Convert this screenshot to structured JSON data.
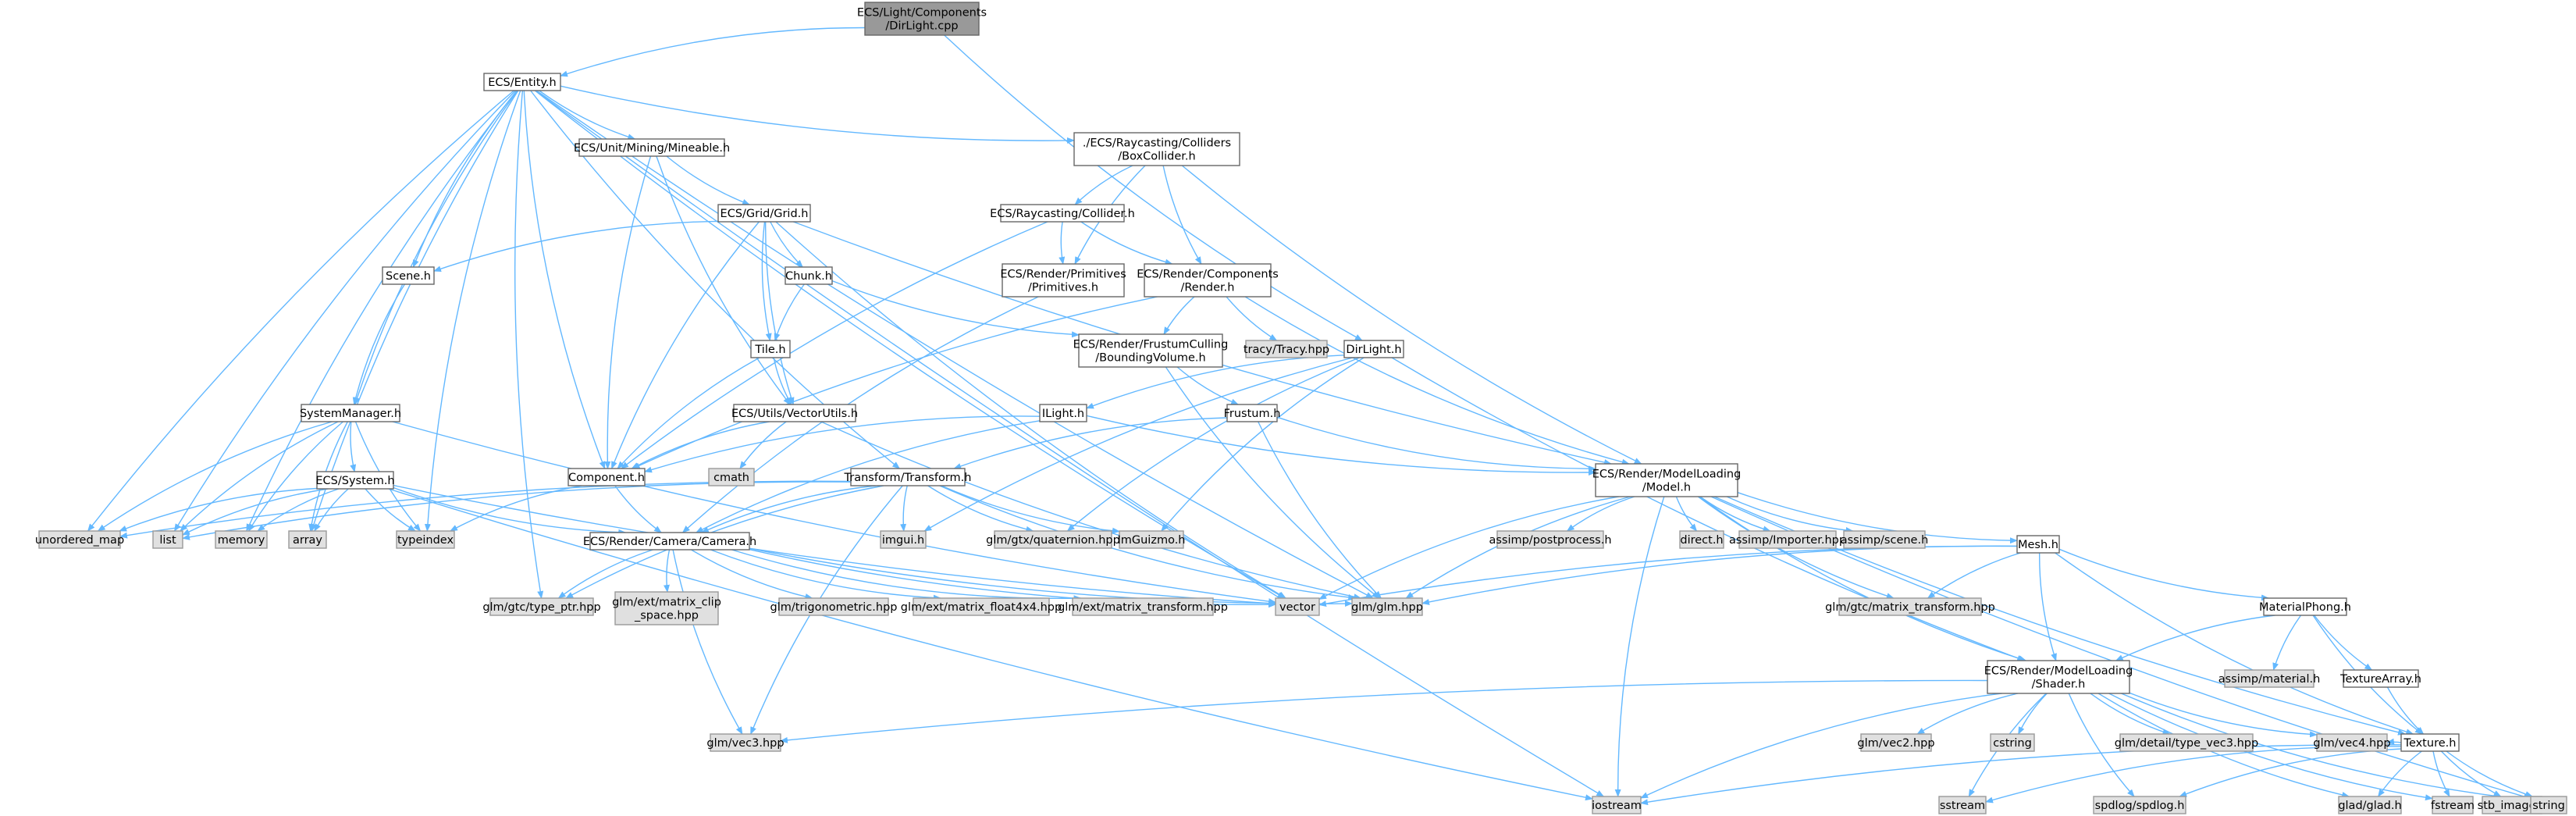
{
  "diagram": {
    "type": "include-dependency-graph",
    "colors": {
      "edge": "#63b8ff",
      "root_fill": "#999999",
      "root_border": "#666666",
      "local_fill": "#ffffff",
      "local_border": "#666666",
      "external_fill": "#e0e0e0",
      "external_border": "#999999"
    },
    "nodes": [
      {
        "id": "dirlight_cpp",
        "lines": [
          "ECS/Light/Components",
          "/DirLight.cpp"
        ],
        "kind": "root"
      },
      {
        "id": "entity_h",
        "lines": [
          "ECS/Entity.h"
        ],
        "kind": "local"
      },
      {
        "id": "mineable_h",
        "lines": [
          "ECS/Unit/Mining/Mineable.h"
        ],
        "kind": "local"
      },
      {
        "id": "boxcollider_h",
        "lines": [
          "./ECS/Raycasting/Colliders",
          "/BoxCollider.h"
        ],
        "kind": "local"
      },
      {
        "id": "grid_h",
        "lines": [
          "ECS/Grid/Grid.h"
        ],
        "kind": "local"
      },
      {
        "id": "collider_h",
        "lines": [
          "ECS/Raycasting/Collider.h"
        ],
        "kind": "local"
      },
      {
        "id": "scene_h",
        "lines": [
          "Scene.h"
        ],
        "kind": "local"
      },
      {
        "id": "chunk_h",
        "lines": [
          "Chunk.h"
        ],
        "kind": "local"
      },
      {
        "id": "primitives_h",
        "lines": [
          "ECS/Render/Primitives",
          "/Primitives.h"
        ],
        "kind": "local"
      },
      {
        "id": "render_h",
        "lines": [
          "ECS/Render/Components",
          "/Render.h"
        ],
        "kind": "local"
      },
      {
        "id": "tracy_hpp",
        "lines": [
          "tracy/Tracy.hpp"
        ],
        "kind": "external"
      },
      {
        "id": "tile_h",
        "lines": [
          "Tile.h"
        ],
        "kind": "local"
      },
      {
        "id": "boundingvolume_h",
        "lines": [
          "ECS/Render/FrustumCulling",
          "/BoundingVolume.h"
        ],
        "kind": "local"
      },
      {
        "id": "dirlight_h",
        "lines": [
          "DirLight.h"
        ],
        "kind": "local"
      },
      {
        "id": "systemmanager_h",
        "lines": [
          "SystemManager.h"
        ],
        "kind": "local"
      },
      {
        "id": "vectorutils_h",
        "lines": [
          "ECS/Utils/VectorUtils.h"
        ],
        "kind": "local"
      },
      {
        "id": "ilight_h",
        "lines": [
          "ILight.h"
        ],
        "kind": "local"
      },
      {
        "id": "frustum_h",
        "lines": [
          "Frustum.h"
        ],
        "kind": "local"
      },
      {
        "id": "cmath",
        "lines": [
          "cmath"
        ],
        "kind": "external"
      },
      {
        "id": "component_h",
        "lines": [
          "Component.h"
        ],
        "kind": "local"
      },
      {
        "id": "transform_h",
        "lines": [
          "Transform/Transform.h"
        ],
        "kind": "local"
      },
      {
        "id": "model_h",
        "lines": [
          "ECS/Render/ModelLoading",
          "/Model.h"
        ],
        "kind": "local"
      },
      {
        "id": "system_h",
        "lines": [
          "ECS/System.h"
        ],
        "kind": "local"
      },
      {
        "id": "unordered_map",
        "lines": [
          "unordered_map"
        ],
        "kind": "external"
      },
      {
        "id": "list",
        "lines": [
          "list"
        ],
        "kind": "external"
      },
      {
        "id": "memory",
        "lines": [
          "memory"
        ],
        "kind": "external"
      },
      {
        "id": "array",
        "lines": [
          "array"
        ],
        "kind": "external"
      },
      {
        "id": "typeindex",
        "lines": [
          "typeindex"
        ],
        "kind": "external"
      },
      {
        "id": "camera_h",
        "lines": [
          "ECS/Render/Camera/Camera.h"
        ],
        "kind": "local"
      },
      {
        "id": "imgui_h",
        "lines": [
          "imgui.h"
        ],
        "kind": "external"
      },
      {
        "id": "quaternion_hpp",
        "lines": [
          "glm/gtx/quaternion.hpp"
        ],
        "kind": "external"
      },
      {
        "id": "imguizmo_h",
        "lines": [
          "ImGuizmo.h"
        ],
        "kind": "external"
      },
      {
        "id": "postprocess_h",
        "lines": [
          "assimp/postprocess.h"
        ],
        "kind": "external"
      },
      {
        "id": "direct_h",
        "lines": [
          "direct.h"
        ],
        "kind": "external"
      },
      {
        "id": "importer_hpp",
        "lines": [
          "assimp/Importer.hpp"
        ],
        "kind": "external"
      },
      {
        "id": "scene_assimp_h",
        "lines": [
          "assimp/scene.h"
        ],
        "kind": "external"
      },
      {
        "id": "mesh_h",
        "lines": [
          "Mesh.h"
        ],
        "kind": "local"
      },
      {
        "id": "type_ptr_hpp",
        "lines": [
          "glm/gtc/type_ptr.hpp"
        ],
        "kind": "external"
      },
      {
        "id": "matrix_clip_space_hpp",
        "lines": [
          "glm/ext/matrix_clip",
          "_space.hpp"
        ],
        "kind": "external"
      },
      {
        "id": "trigonometric_hpp",
        "lines": [
          "glm/trigonometric.hpp"
        ],
        "kind": "external"
      },
      {
        "id": "matrix_float4x4_hpp",
        "lines": [
          "glm/ext/matrix_float4x4.hpp"
        ],
        "kind": "external"
      },
      {
        "id": "ext_matrix_transform_hpp",
        "lines": [
          "glm/ext/matrix_transform.hpp"
        ],
        "kind": "external"
      },
      {
        "id": "vector",
        "lines": [
          "vector"
        ],
        "kind": "external"
      },
      {
        "id": "glm_hpp",
        "lines": [
          "glm/glm.hpp"
        ],
        "kind": "external"
      },
      {
        "id": "gtc_matrix_transform_hpp",
        "lines": [
          "glm/gtc/matrix_transform.hpp"
        ],
        "kind": "external"
      },
      {
        "id": "materialphong_h",
        "lines": [
          "MaterialPhong.h"
        ],
        "kind": "local"
      },
      {
        "id": "assimp_material_h",
        "lines": [
          "assimp/material.h"
        ],
        "kind": "external"
      },
      {
        "id": "texturearray_h",
        "lines": [
          "TextureArray.h"
        ],
        "kind": "local"
      },
      {
        "id": "shader_h",
        "lines": [
          "ECS/Render/ModelLoading",
          "/Shader.h"
        ],
        "kind": "local"
      },
      {
        "id": "vec3_hpp",
        "lines": [
          "glm/vec3.hpp"
        ],
        "kind": "external"
      },
      {
        "id": "vec2_hpp",
        "lines": [
          "glm/vec2.hpp"
        ],
        "kind": "external"
      },
      {
        "id": "cstring",
        "lines": [
          "cstring"
        ],
        "kind": "external"
      },
      {
        "id": "type_vec3_hpp",
        "lines": [
          "glm/detail/type_vec3.hpp"
        ],
        "kind": "external"
      },
      {
        "id": "vec4_hpp",
        "lines": [
          "glm/vec4.hpp"
        ],
        "kind": "external"
      },
      {
        "id": "texture_h",
        "lines": [
          "Texture.h"
        ],
        "kind": "local"
      },
      {
        "id": "iostream",
        "lines": [
          "iostream"
        ],
        "kind": "external"
      },
      {
        "id": "sstream",
        "lines": [
          "sstream"
        ],
        "kind": "external"
      },
      {
        "id": "spdlog_h",
        "lines": [
          "spdlog/spdlog.h"
        ],
        "kind": "external"
      },
      {
        "id": "glad_h",
        "lines": [
          "glad/glad.h"
        ],
        "kind": "external"
      },
      {
        "id": "fstream",
        "lines": [
          "fstream"
        ],
        "kind": "external"
      },
      {
        "id": "stb_image_h",
        "lines": [
          "stb_image.h"
        ],
        "kind": "external"
      },
      {
        "id": "string",
        "lines": [
          "string"
        ],
        "kind": "external"
      }
    ],
    "edges": [
      [
        "dirlight_cpp",
        "entity_h"
      ],
      [
        "dirlight_cpp",
        "dirlight_h"
      ],
      [
        "entity_h",
        "unordered_map"
      ],
      [
        "entity_h",
        "list"
      ],
      [
        "entity_h",
        "memory"
      ],
      [
        "entity_h",
        "array"
      ],
      [
        "entity_h",
        "typeindex"
      ],
      [
        "entity_h",
        "systemmanager_h"
      ],
      [
        "entity_h",
        "scene_h"
      ],
      [
        "entity_h",
        "component_h"
      ],
      [
        "entity_h",
        "mineable_h"
      ],
      [
        "entity_h",
        "boxcollider_h"
      ],
      [
        "entity_h",
        "transform_h"
      ],
      [
        "entity_h",
        "type_ptr_hpp"
      ],
      [
        "entity_h",
        "vector"
      ],
      [
        "entity_h",
        "glm_hpp"
      ],
      [
        "entity_h",
        "iostream"
      ],
      [
        "mineable_h",
        "component_h"
      ],
      [
        "mineable_h",
        "grid_h"
      ],
      [
        "mineable_h",
        "vectorutils_h"
      ],
      [
        "boxcollider_h",
        "collider_h"
      ],
      [
        "boxcollider_h",
        "primitives_h"
      ],
      [
        "boxcollider_h",
        "render_h"
      ],
      [
        "boxcollider_h",
        "model_h"
      ],
      [
        "grid_h",
        "scene_h"
      ],
      [
        "grid_h",
        "chunk_h"
      ],
      [
        "grid_h",
        "tile_h"
      ],
      [
        "grid_h",
        "vectorutils_h"
      ],
      [
        "grid_h",
        "component_h"
      ],
      [
        "grid_h",
        "model_h"
      ],
      [
        "grid_h",
        "vector"
      ],
      [
        "collider_h",
        "component_h"
      ],
      [
        "collider_h",
        "render_h"
      ],
      [
        "collider_h",
        "primitives_h"
      ],
      [
        "scene_h",
        "systemmanager_h"
      ],
      [
        "chunk_h",
        "tile_h"
      ],
      [
        "chunk_h",
        "boundingvolume_h"
      ],
      [
        "primitives_h",
        "camera_h"
      ],
      [
        "render_h",
        "tracy_hpp"
      ],
      [
        "render_h",
        "boundingvolume_h"
      ],
      [
        "render_h",
        "model_h"
      ],
      [
        "render_h",
        "component_h"
      ],
      [
        "tile_h",
        "vectorutils_h"
      ],
      [
        "tile_h",
        "component_h"
      ],
      [
        "boundingvolume_h",
        "frustum_h"
      ],
      [
        "boundingvolume_h",
        "glm_hpp"
      ],
      [
        "dirlight_h",
        "ilight_h"
      ],
      [
        "dirlight_h",
        "quaternion_hpp"
      ],
      [
        "dirlight_h",
        "imguizmo_h"
      ],
      [
        "dirlight_h",
        "imgui_h"
      ],
      [
        "dirlight_h",
        "shader_h"
      ],
      [
        "systemmanager_h",
        "system_h"
      ],
      [
        "systemmanager_h",
        "unordered_map"
      ],
      [
        "systemmanager_h",
        "list"
      ],
      [
        "systemmanager_h",
        "memory"
      ],
      [
        "systemmanager_h",
        "array"
      ],
      [
        "systemmanager_h",
        "typeindex"
      ],
      [
        "systemmanager_h",
        "vector"
      ],
      [
        "vectorutils_h",
        "cmath"
      ],
      [
        "vectorutils_h",
        "component_h"
      ],
      [
        "vectorutils_h",
        "glm_hpp"
      ],
      [
        "ilight_h",
        "component_h"
      ],
      [
        "ilight_h",
        "camera_h"
      ],
      [
        "ilight_h",
        "model_h"
      ],
      [
        "frustum_h",
        "transform_h"
      ],
      [
        "frustum_h",
        "model_h"
      ],
      [
        "frustum_h",
        "glm_hpp"
      ],
      [
        "component_h",
        "camera_h"
      ],
      [
        "component_h",
        "typeindex"
      ],
      [
        "transform_h",
        "camera_h"
      ],
      [
        "transform_h",
        "imgui_h"
      ],
      [
        "transform_h",
        "quaternion_hpp"
      ],
      [
        "transform_h",
        "imguizmo_h"
      ],
      [
        "transform_h",
        "type_ptr_hpp"
      ],
      [
        "transform_h",
        "vec3_hpp"
      ],
      [
        "transform_h",
        "glm_hpp"
      ],
      [
        "transform_h",
        "unordered_map"
      ],
      [
        "transform_h",
        "list"
      ],
      [
        "model_h",
        "postprocess_h"
      ],
      [
        "model_h",
        "direct_h"
      ],
      [
        "model_h",
        "importer_hpp"
      ],
      [
        "model_h",
        "scene_assimp_h"
      ],
      [
        "model_h",
        "mesh_h"
      ],
      [
        "model_h",
        "shader_h"
      ],
      [
        "model_h",
        "texture_h"
      ],
      [
        "model_h",
        "vector"
      ],
      [
        "model_h",
        "glm_hpp"
      ],
      [
        "model_h",
        "iostream"
      ],
      [
        "model_h",
        "string"
      ],
      [
        "model_h",
        "gtc_matrix_transform_hpp"
      ],
      [
        "system_h",
        "camera_h"
      ],
      [
        "system_h",
        "list"
      ],
      [
        "system_h",
        "memory"
      ],
      [
        "system_h",
        "array"
      ],
      [
        "system_h",
        "typeindex"
      ],
      [
        "system_h",
        "vector"
      ],
      [
        "system_h",
        "iostream"
      ],
      [
        "system_h",
        "unordered_map"
      ],
      [
        "camera_h",
        "type_ptr_hpp"
      ],
      [
        "camera_h",
        "matrix_clip_space_hpp"
      ],
      [
        "camera_h",
        "trigonometric_hpp"
      ],
      [
        "camera_h",
        "matrix_float4x4_hpp"
      ],
      [
        "camera_h",
        "ext_matrix_transform_hpp"
      ],
      [
        "camera_h",
        "vec3_hpp"
      ],
      [
        "camera_h",
        "glm_hpp"
      ],
      [
        "camera_h",
        "vector"
      ],
      [
        "mesh_h",
        "vector"
      ],
      [
        "mesh_h",
        "glm_hpp"
      ],
      [
        "mesh_h",
        "gtc_matrix_transform_hpp"
      ],
      [
        "mesh_h",
        "shader_h"
      ],
      [
        "mesh_h",
        "materialphong_h"
      ],
      [
        "mesh_h",
        "texture_h"
      ],
      [
        "materialphong_h",
        "assimp_material_h"
      ],
      [
        "materialphong_h",
        "texturearray_h"
      ],
      [
        "materialphong_h",
        "shader_h"
      ],
      [
        "materialphong_h",
        "texture_h"
      ],
      [
        "texturearray_h",
        "texture_h"
      ],
      [
        "shader_h",
        "vec3_hpp"
      ],
      [
        "shader_h",
        "vec2_hpp"
      ],
      [
        "shader_h",
        "cstring"
      ],
      [
        "shader_h",
        "type_vec3_hpp"
      ],
      [
        "shader_h",
        "vec4_hpp"
      ],
      [
        "shader_h",
        "iostream"
      ],
      [
        "shader_h",
        "sstream"
      ],
      [
        "shader_h",
        "spdlog_h"
      ],
      [
        "shader_h",
        "glad_h"
      ],
      [
        "shader_h",
        "fstream"
      ],
      [
        "shader_h",
        "string"
      ],
      [
        "texture_h",
        "iostream"
      ],
      [
        "texture_h",
        "sstream"
      ],
      [
        "texture_h",
        "spdlog_h"
      ],
      [
        "texture_h",
        "glad_h"
      ],
      [
        "texture_h",
        "fstream"
      ],
      [
        "texture_h",
        "stb_image_h"
      ],
      [
        "texture_h",
        "string"
      ],
      [
        "texture_h",
        "vec4_hpp"
      ]
    ]
  }
}
